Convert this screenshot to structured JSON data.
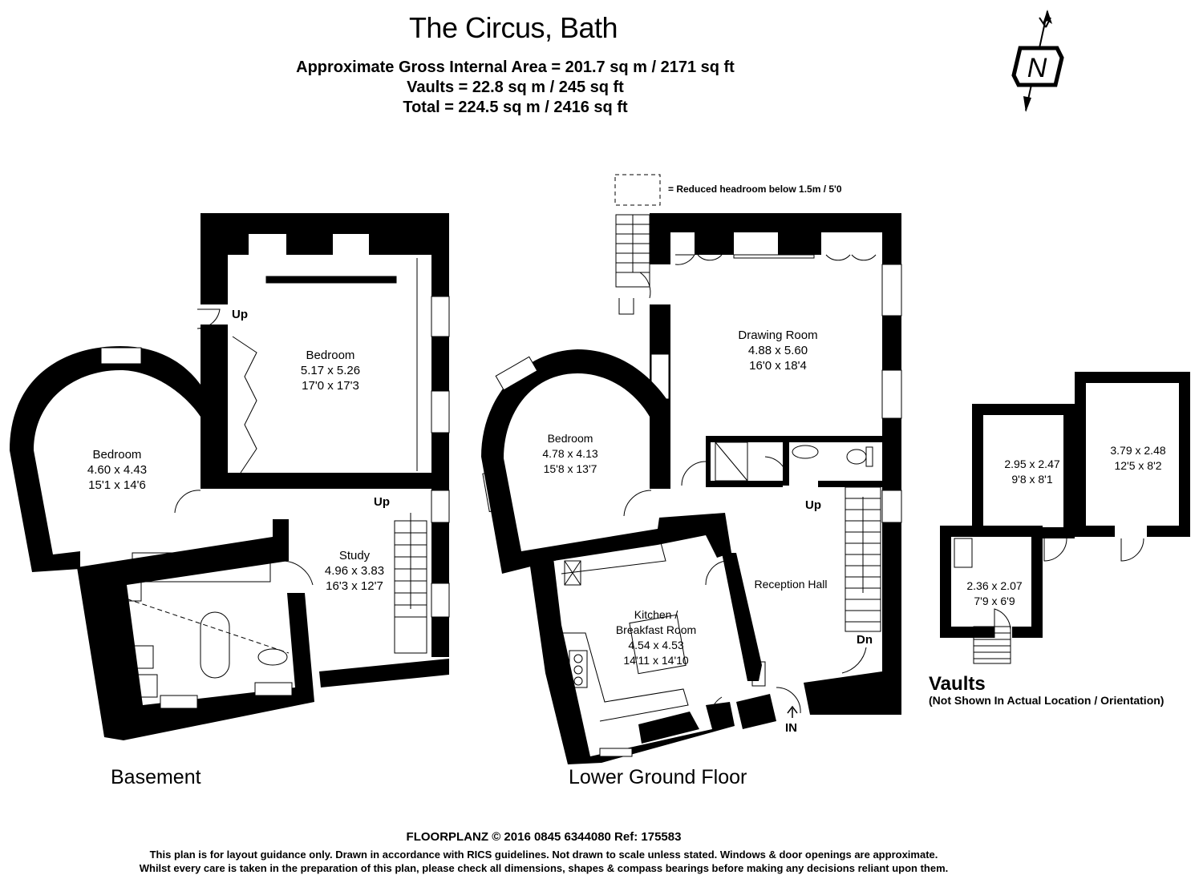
{
  "header": {
    "title": "The Circus, Bath",
    "gross_area": "Approximate Gross Internal Area = 201.7 sq m / 2171 sq ft",
    "vaults_area": "Vaults = 22.8 sq m / 245 sq ft",
    "total_area": "Total = 224.5 sq m / 2416 sq ft"
  },
  "compass": {
    "letter": "N",
    "icon": "north-arrow-icon"
  },
  "legend": {
    "text": "= Reduced headroom below 1.5m / 5'0"
  },
  "basement": {
    "label": "Basement",
    "rooms": {
      "bedroom_main": {
        "name": "Bedroom",
        "metric": "5.17 x 5.26",
        "imperial": "17'0 x 17'3"
      },
      "bedroom_round": {
        "name": "Bedroom",
        "metric": "4.60 x 4.43",
        "imperial": "15'1 x 14'6"
      },
      "study": {
        "name": "Study",
        "metric": "4.96 x 3.83",
        "imperial": "16'3 x 12'7"
      }
    },
    "stair_up_1": "Up",
    "stair_up_2": "Up"
  },
  "lower_ground": {
    "label": "Lower Ground Floor",
    "rooms": {
      "drawing_room": {
        "name": "Drawing Room",
        "metric": "4.88 x 5.60",
        "imperial": "16'0 x 18'4"
      },
      "bedroom": {
        "name": "Bedroom",
        "metric": "4.78 x 4.13",
        "imperial": "15'8 x 13'7"
      },
      "kitchen": {
        "name_1": "Kitchen /",
        "name_2": "Breakfast Room",
        "metric": "4.54 x 4.53",
        "imperial": "14'11 x 14'10"
      },
      "reception_hall": {
        "name": "Reception Hall"
      }
    },
    "stair_up": "Up",
    "stair_down": "Dn",
    "entrance": "IN"
  },
  "vaults": {
    "title": "Vaults",
    "subtitle": "(Not Shown In Actual Location / Orientation)",
    "rooms": {
      "vault_a": {
        "metric": "2.95 x 2.47",
        "imperial": "9'8 x 8'1"
      },
      "vault_b": {
        "metric": "3.79 x 2.48",
        "imperial": "12'5 x 8'2"
      },
      "vault_c": {
        "metric": "2.36 x 2.07",
        "imperial": "7'9 x 6'9"
      }
    }
  },
  "footer": {
    "line1": "FLOORPLANZ © 2016    0845 6344080    Ref: 175583",
    "line2": "This plan is for layout guidance only. Drawn in accordance with RICS guidelines. Not drawn to scale unless stated. Windows & door openings are approximate.",
    "line3": "Whilst every care is taken in the preparation of this plan, please check all dimensions, shapes & compass bearings before making any decisions reliant upon them."
  }
}
